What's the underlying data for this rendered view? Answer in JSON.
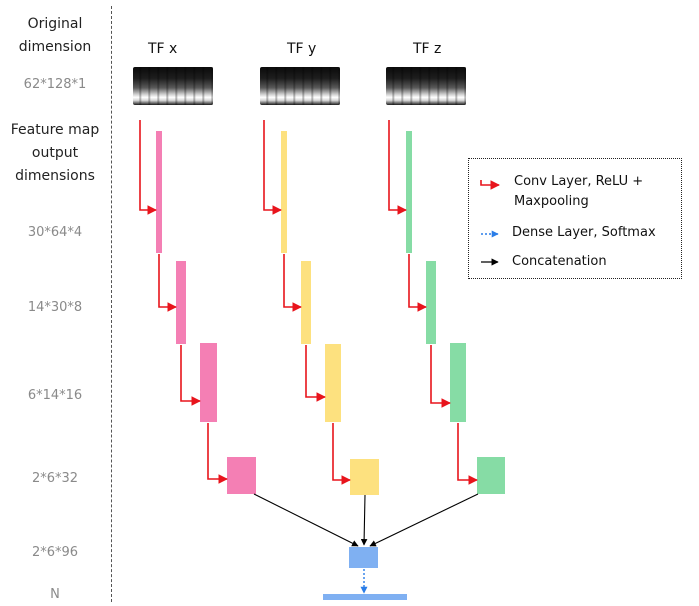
{
  "left_labels": {
    "original_line1": "Original",
    "original_line2": "dimension",
    "original_dim": "62*128*1",
    "feature_line1": "Feature map",
    "feature_line2": "output",
    "feature_line3": "dimensions",
    "dims": [
      "30*64*4",
      "14*30*8",
      "6*14*16",
      "2*6*32",
      "2*6*96",
      "N"
    ]
  },
  "columns": [
    {
      "title": "TF x",
      "color": "#f47fb4"
    },
    {
      "title": "TF y",
      "color": "#fde17f"
    },
    {
      "title": "TF z",
      "color": "#86dca5"
    }
  ],
  "dense_color": "#7fb0f2",
  "legend": {
    "conv_line1": "Conv Layer, ReLU  +",
    "conv_line2": "Maxpooling",
    "dense": "Dense Layer, Softmax",
    "concat": "Concatenation"
  },
  "arrow_colors": {
    "conv": "#e8141c",
    "dense": "#2a7de8",
    "concat": "#000000"
  }
}
